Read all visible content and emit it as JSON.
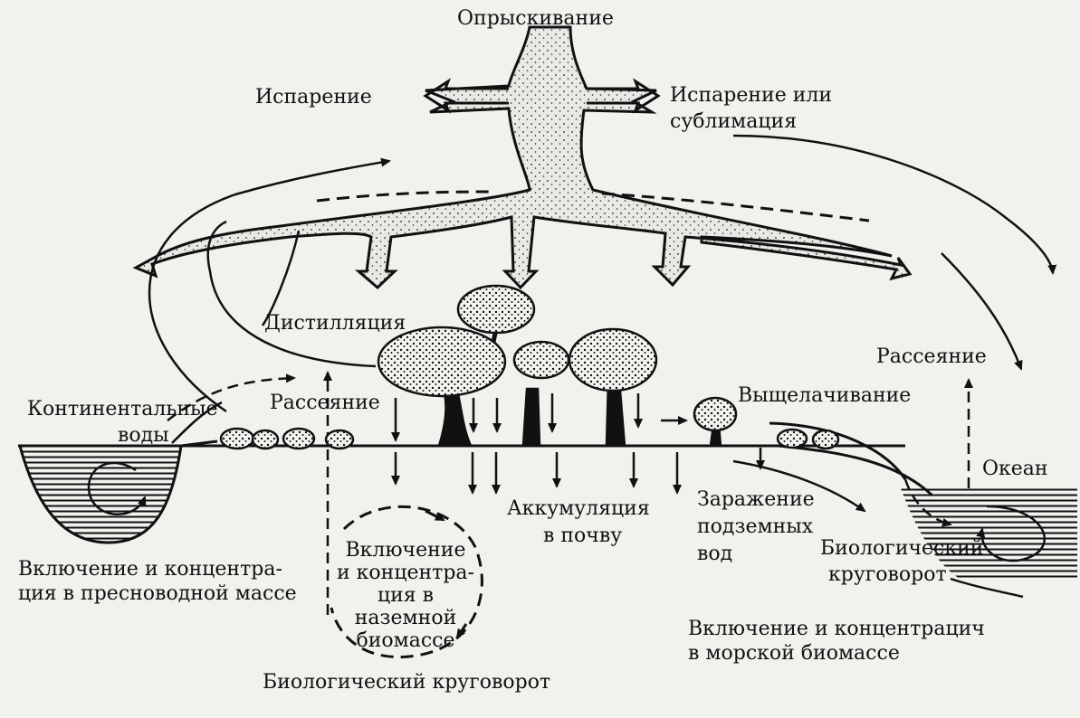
{
  "colors": {
    "ink": "#111111",
    "paper": "#f2f1ee",
    "spray_fill": "#e9e8e4"
  },
  "labels": {
    "spraying": "Опрыскивание",
    "evaporation": "Испарение",
    "evap_or_sublimation_1": "Испарение или",
    "evap_or_sublimation_2": "сублимация",
    "distillation": "Дистилляция",
    "scattering_left": "Рассеяние",
    "scattering_right": "Рассеяние",
    "leaching": "Выщелачивание",
    "continental_waters_1": "Континентальные",
    "continental_waters_2": "воды",
    "ocean": "Океан",
    "soil_accumulation_1": "Аккумуляция",
    "soil_accumulation_2": "в почву",
    "groundwater_1": "Заражение",
    "groundwater_2": "подземных",
    "groundwater_3": "вод",
    "bio_cycle_right_1": "Биологический",
    "bio_cycle_right_2": "круговорот",
    "freshwater_1": "Включение и концентра-",
    "freshwater_2": "ция в пресноводной массе",
    "terrestrial_1": "Включение",
    "terrestrial_2": "и концентра-",
    "terrestrial_3": "ция в",
    "terrestrial_4": "наземной",
    "terrestrial_5": "биомассе",
    "marine_1": "Включение и концентрацич",
    "marine_2": "в морской биомассе",
    "bio_cycle_bottom": "Биологический круговорот"
  }
}
